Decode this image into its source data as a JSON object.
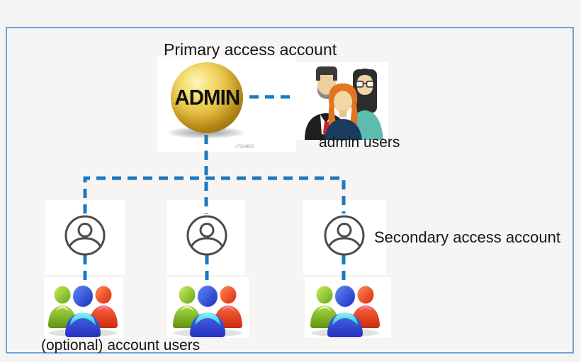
{
  "diagram": {
    "title_primary": "Primary access account",
    "admin_ball_text": "ADMIN",
    "admin_users_label": "admin users",
    "secondary_label": "Secondary access account",
    "optional_label": "(optional) account users",
    "watermark": "#7324893",
    "colors": {
      "page_background": "#f5f4f2",
      "frame_border": "#6ba4d9",
      "connector_blue": "#1b79c0",
      "sphere_gold": "#d9ad2e",
      "person_outline": "#4b4b4b"
    },
    "structure": {
      "root": "Primary access account (ADMIN)",
      "root_linked_to": "admin users",
      "children": [
        "Secondary access account 1",
        "Secondary access account 2",
        "Secondary access account 3"
      ],
      "children_linked_to": "(optional) account users"
    }
  }
}
